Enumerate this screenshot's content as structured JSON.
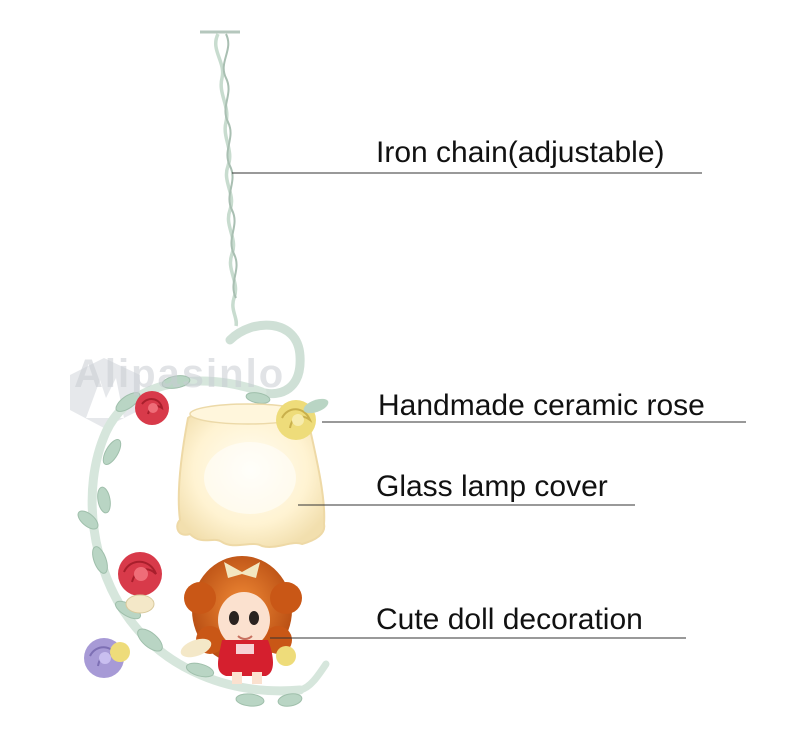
{
  "labels": {
    "chain": "Iron chain(adjustable)",
    "rose": "Handmade ceramic rose",
    "glass": "Glass lamp cover",
    "doll": "Cute doll decoration"
  },
  "watermark": "Alipasinlo",
  "colors": {
    "leader_line": "#333333",
    "iron": "#d6e6dc",
    "rose_red": "#d83a4a",
    "rose_yellow": "#eedc7a",
    "rose_purple": "#a79ad6",
    "glass": "#fff7df",
    "doll_hair": "#d9661e",
    "doll_dress": "#d51f2e"
  },
  "icons": [
    "lamp-illustration",
    "watermark-logo-icon"
  ]
}
